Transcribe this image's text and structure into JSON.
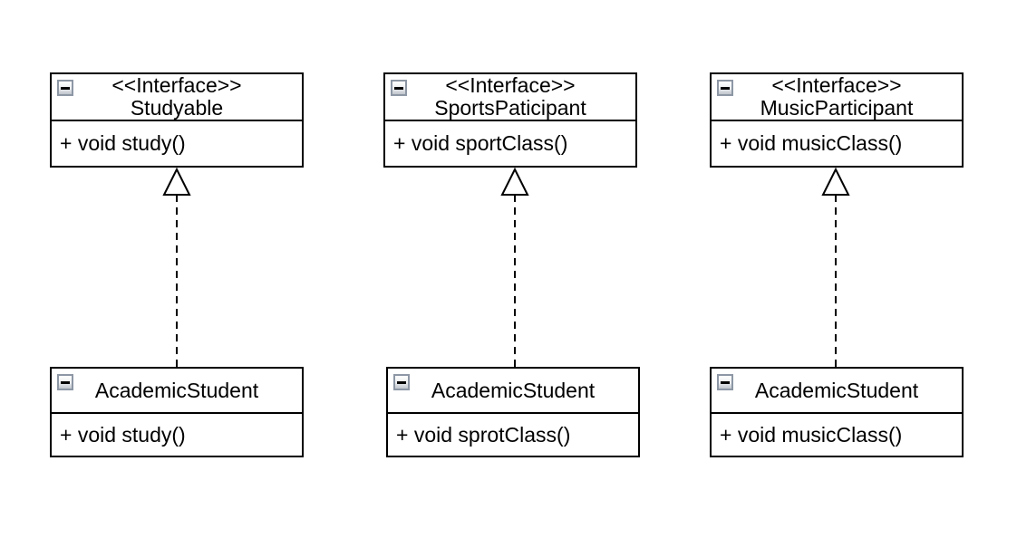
{
  "colors": {
    "background": "#ffffff",
    "line": "#000000",
    "box_fill": "#ffffff",
    "collapse_icon_border": "#8d97a5"
  },
  "icons": {
    "collapse": "minus"
  },
  "relationship_type": "realization (dashed line, hollow triangle)",
  "pairs": [
    {
      "interface": {
        "stereotype": "<<Interface>>",
        "name": "Studyable",
        "operations": [
          "+ void study()"
        ]
      },
      "implementer": {
        "name": "AcademicStudent",
        "operations": [
          "+ void study()"
        ]
      }
    },
    {
      "interface": {
        "stereotype": "<<Interface>>",
        "name": "SportsPaticipant",
        "operations": [
          "+ void sportClass()"
        ]
      },
      "implementer": {
        "name": "AcademicStudent",
        "operations": [
          "+ void sprotClass()"
        ]
      }
    },
    {
      "interface": {
        "stereotype": "<<Interface>>",
        "name": "MusicParticipant",
        "operations": [
          "+ void musicClass()"
        ]
      },
      "implementer": {
        "name": "AcademicStudent",
        "operations": [
          "+ void musicClass()"
        ]
      }
    }
  ]
}
